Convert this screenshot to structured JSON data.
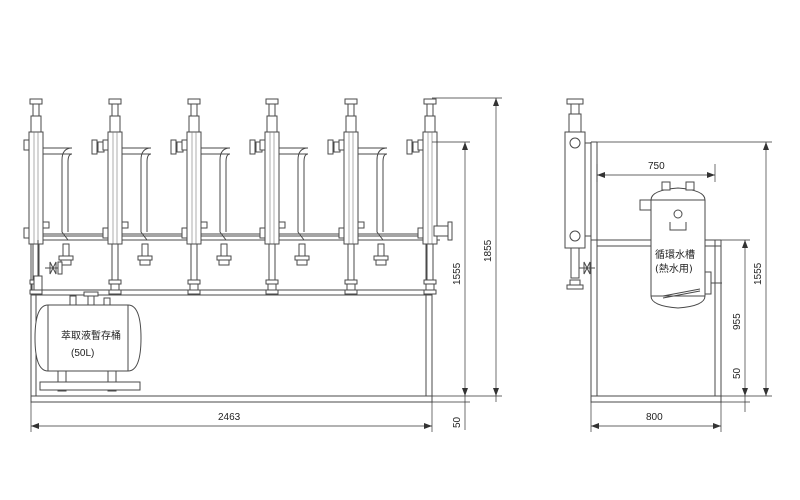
{
  "labels": {
    "storage_tank": "萃取液暫存桶",
    "storage_capacity": "(50L)",
    "circ_tank_line1": "循環水槽",
    "circ_tank_line2": "(熱水用)"
  },
  "dimensions": {
    "front_width": "2463",
    "front_height_total": "1855",
    "front_height_upper": "1555",
    "front_base": "50",
    "side_width_total": "800",
    "side_width_tank": "750",
    "side_height_upper": "1555",
    "side_height_mid": "955",
    "side_base": "50"
  },
  "colors": {
    "line": "#4a4a4a",
    "dimension": "#333333",
    "shade": "#e6e6e6"
  }
}
